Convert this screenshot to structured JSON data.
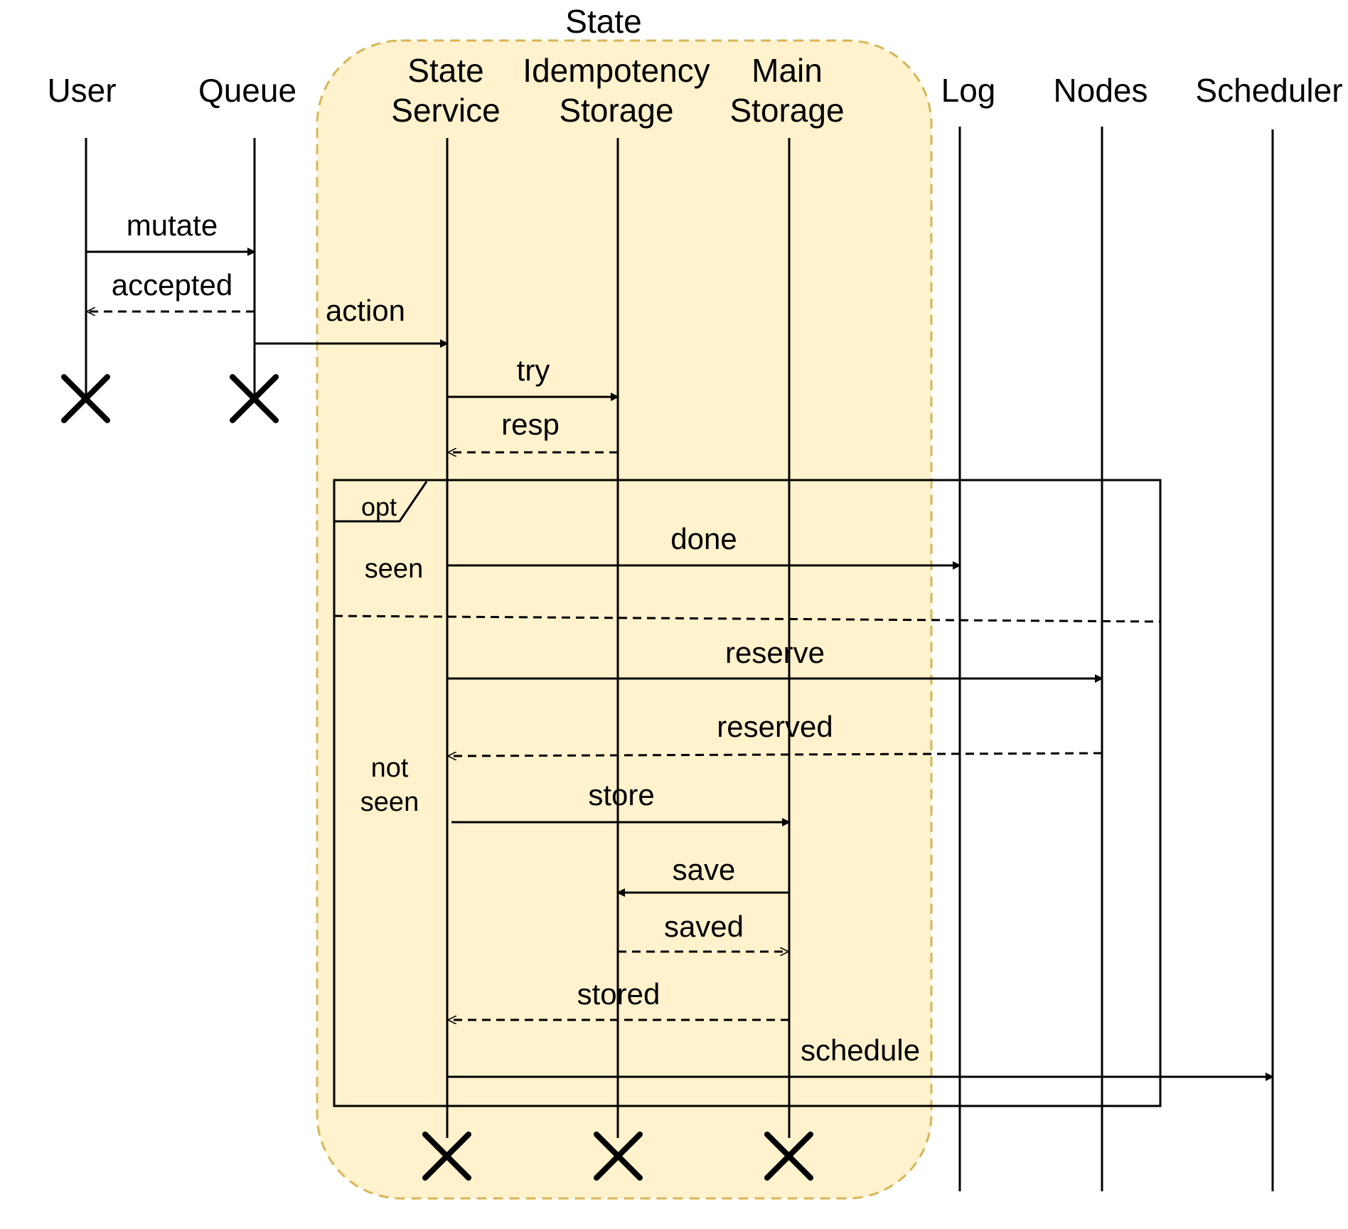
{
  "group": {
    "label": "State",
    "fill": "#fff2cc",
    "stroke": "#d6b656"
  },
  "participants": [
    {
      "id": "user",
      "lines": [
        "User"
      ]
    },
    {
      "id": "queue",
      "lines": [
        "Queue"
      ]
    },
    {
      "id": "state-service",
      "lines": [
        "State",
        "Service"
      ]
    },
    {
      "id": "idempotency-storage",
      "lines": [
        "Idempotency",
        "Storage"
      ]
    },
    {
      "id": "main-storage",
      "lines": [
        "Main",
        "Storage"
      ]
    },
    {
      "id": "log",
      "lines": [
        "Log"
      ]
    },
    {
      "id": "nodes",
      "lines": [
        "Nodes"
      ]
    },
    {
      "id": "scheduler",
      "lines": [
        "Scheduler"
      ]
    }
  ],
  "frame": {
    "label": "opt",
    "guards": [
      {
        "id": "seen",
        "lines": [
          "seen"
        ]
      },
      {
        "id": "not-seen",
        "lines": [
          "not",
          "seen"
        ]
      }
    ]
  },
  "messages": [
    {
      "id": "mutate",
      "label": "mutate",
      "from": "user",
      "to": "queue",
      "kind": "sync"
    },
    {
      "id": "accepted",
      "label": "accepted",
      "from": "queue",
      "to": "user",
      "kind": "return"
    },
    {
      "id": "action",
      "label": "action",
      "from": "queue",
      "to": "state-service",
      "kind": "sync"
    },
    {
      "id": "try",
      "label": "try",
      "from": "state-service",
      "to": "idempotency-storage",
      "kind": "sync"
    },
    {
      "id": "resp",
      "label": "resp",
      "from": "idempotency-storage",
      "to": "state-service",
      "kind": "return"
    },
    {
      "id": "done",
      "label": "done",
      "from": "state-service",
      "to": "log",
      "kind": "sync"
    },
    {
      "id": "reserve",
      "label": "reserve",
      "from": "state-service",
      "to": "nodes",
      "kind": "sync"
    },
    {
      "id": "reserved",
      "label": "reserved",
      "from": "nodes",
      "to": "state-service",
      "kind": "return"
    },
    {
      "id": "store",
      "label": "store",
      "from": "state-service",
      "to": "main-storage",
      "kind": "sync"
    },
    {
      "id": "save",
      "label": "save",
      "from": "main-storage",
      "to": "idempotency-storage",
      "kind": "sync"
    },
    {
      "id": "saved",
      "label": "saved",
      "from": "idempotency-storage",
      "to": "main-storage",
      "kind": "return"
    },
    {
      "id": "stored",
      "label": "stored",
      "from": "main-storage",
      "to": "state-service",
      "kind": "return"
    },
    {
      "id": "schedule",
      "label": "schedule",
      "from": "state-service",
      "to": "scheduler",
      "kind": "sync"
    }
  ]
}
